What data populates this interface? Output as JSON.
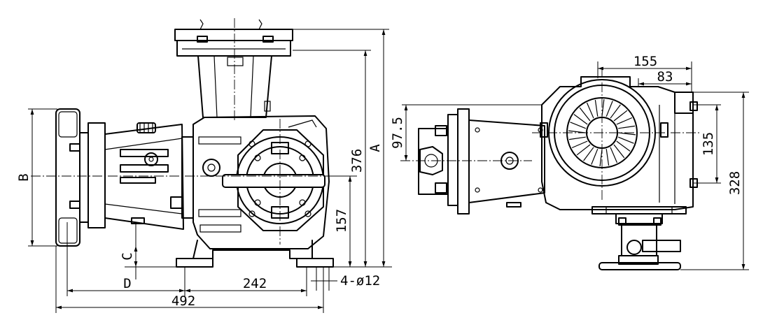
{
  "dimensions": {
    "length_total": "492",
    "base_hole_spacing": "242",
    "mounting_holes": "4-ø12",
    "letter_d": "D",
    "letter_c": "C",
    "letter_b": "B",
    "letter_a": "A",
    "height_376": "376",
    "height_157": "157",
    "width_155": "155",
    "width_83": "83",
    "offset_97_5": "97.5",
    "height_135": "135",
    "height_328": "328"
  }
}
